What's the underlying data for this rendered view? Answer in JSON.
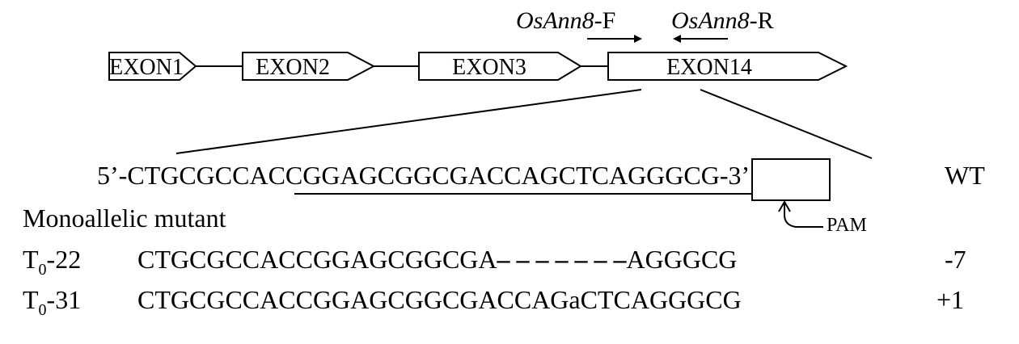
{
  "exons": [
    {
      "label": "EXON1"
    },
    {
      "label": "EXON2"
    },
    {
      "label": "EXON3"
    },
    {
      "label": "EXON14"
    }
  ],
  "primers": {
    "forward": {
      "gene": "OsAnn8",
      "suffix": "-F"
    },
    "reverse": {
      "gene": "OsAnn8",
      "suffix": "-R"
    }
  },
  "wildtype": {
    "prefix": "5’-CTGCGCC",
    "target": "ACCGGAGCGGCGACCAGCTC",
    "pam": "AGG",
    "suffix": "GCG-3’",
    "label": "WT"
  },
  "pam_label": "PAM",
  "mutant_heading": "Monoallelic mutant",
  "mutants": [
    {
      "base": "T",
      "sub": "0",
      "id": "-22",
      "seq_start": "CTGCGCCACCGGAGCGGCGA",
      "gap": "– – – – – – –",
      "seq_end": "AGGGCG",
      "change": "-7"
    },
    {
      "base": "T",
      "sub": "0",
      "id": "-31",
      "sequence": "CTGCGCCACCGGAGCGGCGACCAGaCTCAGGGCG",
      "change": "+1"
    }
  ]
}
